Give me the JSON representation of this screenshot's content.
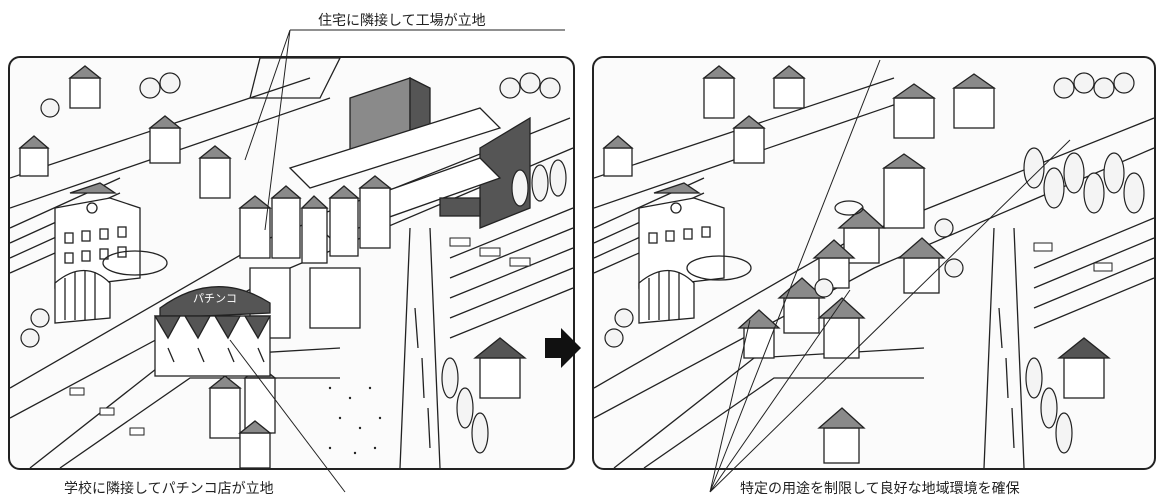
{
  "captions": {
    "top": "住宅に隣接して工場が立地",
    "bottom_left": "学校に隣接してパチンコ店が立地",
    "bottom_right": "特定の用途を制限して良好な地域環境を確保"
  },
  "shop_sign": "パチンコ",
  "colors": {
    "line": "#222222",
    "roof_gray": "#8a8a8a",
    "roof_dark": "#555555",
    "ground": "#fbfbfb",
    "tree": "#f4f4f4"
  },
  "arrow_icon": "right-arrow-icon"
}
